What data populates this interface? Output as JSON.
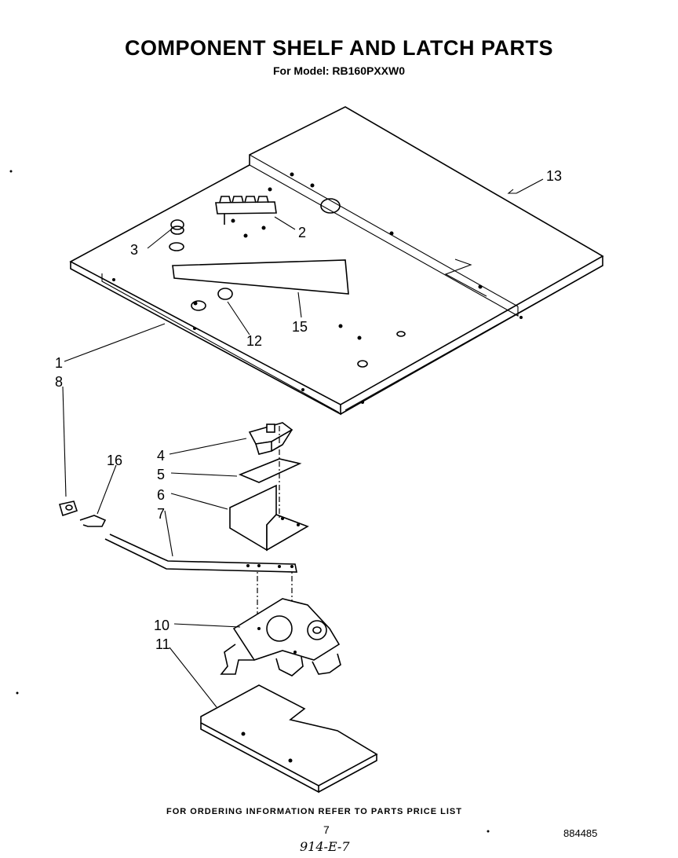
{
  "title": "COMPONENT SHELF AND LATCH PARTS",
  "subtitle": "For Model: RB160PXXW0",
  "callouts": {
    "c1": "1",
    "c2": "2",
    "c3": "3",
    "c4": "4",
    "c5": "5",
    "c6": "6",
    "c7": "7",
    "c8": "8",
    "c10": "10",
    "c11": "11",
    "c12": "12",
    "c13": "13",
    "c15": "15",
    "c16": "16"
  },
  "footer": {
    "note": "FOR ORDERING INFORMATION REFER TO PARTS PRICE LIST",
    "page_number": "7",
    "diagram_code": "884485",
    "handwritten_ref": "914-E-7"
  }
}
